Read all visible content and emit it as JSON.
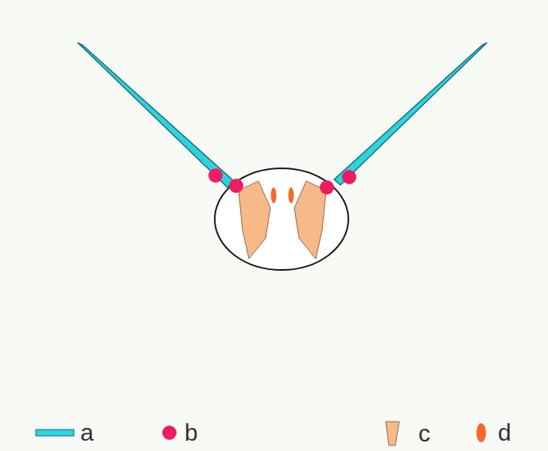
{
  "diagram": {
    "legend": [
      {
        "text": "a",
        "color": "#2ed3dc"
      },
      {
        "text": "b",
        "color": "#ee1c62"
      },
      {
        "text": "c",
        "color": "#f8b989"
      },
      {
        "text": "d",
        "color": "#f26a2c"
      }
    ]
  }
}
